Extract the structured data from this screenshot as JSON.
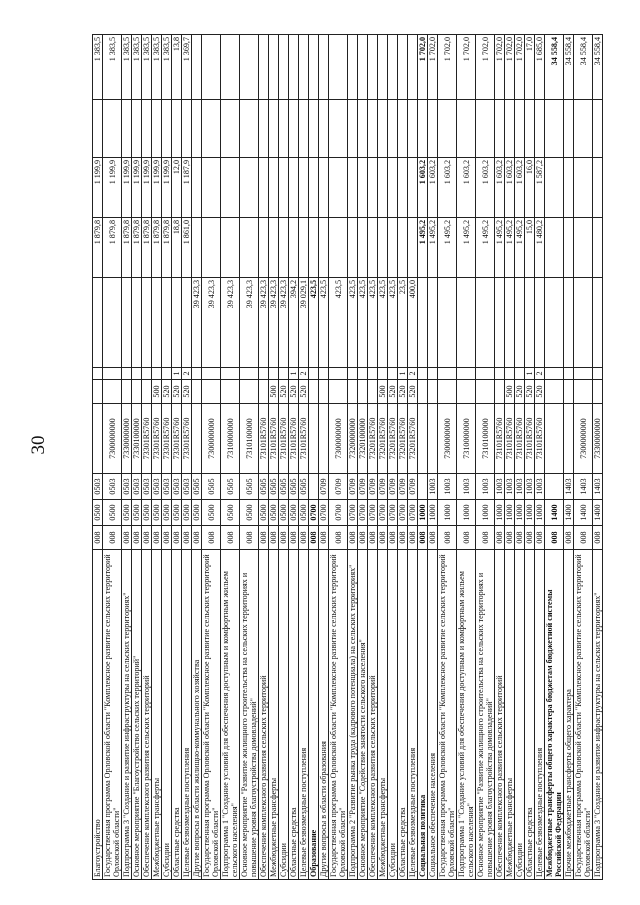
{
  "page": {
    "number": "30"
  },
  "rows": [
    {
      "name": "Благоустройство",
      "adm": "008",
      "rz": "0500",
      "prz": "0503",
      "cs": "",
      "vr": "",
      "x": "",
      "e": "",
      "v1": "1 879,8",
      "v2": "1 199,9",
      "v3": "",
      "v4": "1 383,5",
      "bold": false
    },
    {
      "name": "Государственная программа Орловской области \"Комплексное развитие сельских территорий Орловской области\"",
      "adm": "008",
      "rz": "0500",
      "prz": "0503",
      "cs": "7300000000",
      "vr": "",
      "x": "",
      "e": "",
      "v1": "1 879,8",
      "v2": "1 199,9",
      "v3": "",
      "v4": "1 383,5",
      "bold": false
    },
    {
      "name": "Подпрограмма 3 \"Создание и развитие инфраструктуры на сельских территориях\"",
      "adm": "008",
      "rz": "0500",
      "prz": "0503",
      "cs": "7330000000",
      "vr": "",
      "x": "",
      "e": "",
      "v1": "1 879,8",
      "v2": "1 199,9",
      "v3": "",
      "v4": "1 383,5",
      "bold": false
    },
    {
      "name": "Основное мероприятие \"Благоустройство сельских территорий\"",
      "adm": "008",
      "rz": "0500",
      "prz": "0503",
      "cs": "7330100000",
      "vr": "",
      "x": "",
      "e": "",
      "v1": "1 879,8",
      "v2": "1 199,9",
      "v3": "",
      "v4": "1 383,5",
      "bold": false
    },
    {
      "name": "Обеспечение комплексного развития сельских территорий",
      "adm": "008",
      "rz": "0500",
      "prz": "0503",
      "cs": "73301R5760",
      "vr": "",
      "x": "",
      "e": "",
      "v1": "1 879,8",
      "v2": "1 199,9",
      "v3": "",
      "v4": "1 383,5",
      "bold": false
    },
    {
      "name": "Межбюджетные трансферты",
      "adm": "008",
      "rz": "0500",
      "prz": "0503",
      "cs": "73301R5760",
      "vr": "500",
      "x": "",
      "e": "",
      "v1": "1 879,8",
      "v2": "1 199,9",
      "v3": "",
      "v4": "1 383,5",
      "bold": false
    },
    {
      "name": "Субсидии",
      "adm": "008",
      "rz": "0500",
      "prz": "0503",
      "cs": "73301R5760",
      "vr": "520",
      "x": "",
      "e": "",
      "v1": "1 879,8",
      "v2": "1 199,9",
      "v3": "",
      "v4": "1 383,5",
      "bold": false
    },
    {
      "name": "Областные средства",
      "adm": "008",
      "rz": "0500",
      "prz": "0503",
      "cs": "73301R5760",
      "vr": "520",
      "x": "1",
      "e": "",
      "v1": "18,8",
      "v2": "12,0",
      "v3": "",
      "v4": "13,8",
      "bold": false
    },
    {
      "name": "Целевые безвозмездные поступления",
      "adm": "008",
      "rz": "0500",
      "prz": "0503",
      "cs": "73301R5760",
      "vr": "520",
      "x": "2",
      "e": "",
      "v1": "1 861,0",
      "v2": "1 187,9",
      "v3": "",
      "v4": "1 369,7",
      "bold": false
    },
    {
      "name": "Другие вопросы в области жилищно-коммунального хозяйства",
      "adm": "008",
      "rz": "0500",
      "prz": "0505",
      "cs": "",
      "vr": "",
      "x": "",
      "e": "39 423,3",
      "v1": "",
      "v2": "",
      "v3": "",
      "v4": "",
      "bold": false
    },
    {
      "name": "Государственная программа Орловской области \"Комплексное развитие сельских территорий Орловской области\"",
      "adm": "008",
      "rz": "0500",
      "prz": "0505",
      "cs": "7300000000",
      "vr": "",
      "x": "",
      "e": "39 423,3",
      "v1": "",
      "v2": "",
      "v3": "",
      "v4": "",
      "bold": false
    },
    {
      "name": "Подпрограмма 1 \"Создание условий для обеспечения доступным и комфортным жильем сельского населения\"",
      "adm": "008",
      "rz": "0500",
      "prz": "0505",
      "cs": "7310000000",
      "vr": "",
      "x": "",
      "e": "39 423,3",
      "v1": "",
      "v2": "",
      "v3": "",
      "v4": "",
      "bold": false
    },
    {
      "name": "Основное мероприятие \"Развитие жилищного строительства на сельских территориях и повышение уровня благоустройства домовладений\"",
      "adm": "008",
      "rz": "0500",
      "prz": "0505",
      "cs": "7310100000",
      "vr": "",
      "x": "",
      "e": "39 423,3",
      "v1": "",
      "v2": "",
      "v3": "",
      "v4": "",
      "bold": false
    },
    {
      "name": "Обеспечение комплексного развития сельских территорий",
      "adm": "008",
      "rz": "0500",
      "prz": "0505",
      "cs": "73101R5760",
      "vr": "",
      "x": "",
      "e": "39 423,3",
      "v1": "",
      "v2": "",
      "v3": "",
      "v4": "",
      "bold": false
    },
    {
      "name": "Межбюджетные трансферты",
      "adm": "008",
      "rz": "0500",
      "prz": "0505",
      "cs": "73101R5760",
      "vr": "500",
      "x": "",
      "e": "39 423,3",
      "v1": "",
      "v2": "",
      "v3": "",
      "v4": "",
      "bold": false
    },
    {
      "name": "Субсидии",
      "adm": "008",
      "rz": "0500",
      "prz": "0505",
      "cs": "73101R5760",
      "vr": "520",
      "x": "",
      "e": "39 423,3",
      "v1": "",
      "v2": "",
      "v3": "",
      "v4": "",
      "bold": false
    },
    {
      "name": "Областные средства",
      "adm": "008",
      "rz": "0500",
      "prz": "0505",
      "cs": "73101R5760",
      "vr": "520",
      "x": "1",
      "e": "394,2",
      "v1": "",
      "v2": "",
      "v3": "",
      "v4": "",
      "bold": false
    },
    {
      "name": "Целевые безвозмездные поступления",
      "adm": "008",
      "rz": "0500",
      "prz": "0505",
      "cs": "73101R5760",
      "vr": "520",
      "x": "2",
      "e": "39 029,1",
      "v1": "",
      "v2": "",
      "v3": "",
      "v4": "",
      "bold": false
    },
    {
      "name": "Образование",
      "adm": "008",
      "rz": "0700",
      "prz": "",
      "cs": "",
      "vr": "",
      "x": "",
      "e": "423,5",
      "v1": "",
      "v2": "",
      "v3": "",
      "v4": "",
      "bold": true
    },
    {
      "name": "Другие вопросы в области образования",
      "adm": "008",
      "rz": "0700",
      "prz": "0709",
      "cs": "",
      "vr": "",
      "x": "",
      "e": "423,5",
      "v1": "",
      "v2": "",
      "v3": "",
      "v4": "",
      "bold": false
    },
    {
      "name": "Государственная программа Орловской области \"Комплексное развитие сельских территорий Орловской области\"",
      "adm": "008",
      "rz": "0700",
      "prz": "0709",
      "cs": "7300000000",
      "vr": "",
      "x": "",
      "e": "423,5",
      "v1": "",
      "v2": "",
      "v3": "",
      "v4": "",
      "bold": false
    },
    {
      "name": "Подпрограмма 2 \"Развитие рынка труда (кадрового потенциала) на сельских территориях\"",
      "adm": "008",
      "rz": "0700",
      "prz": "0709",
      "cs": "7320000000",
      "vr": "",
      "x": "",
      "e": "423,5",
      "v1": "",
      "v2": "",
      "v3": "",
      "v4": "",
      "bold": false
    },
    {
      "name": "Основное мероприятие \"Содействие занятости сельского населения\"",
      "adm": "008",
      "rz": "0700",
      "prz": "0709",
      "cs": "7320100000",
      "vr": "",
      "x": "",
      "e": "423,5",
      "v1": "",
      "v2": "",
      "v3": "",
      "v4": "",
      "bold": false
    },
    {
      "name": "Обеспечение комплексного развития сельских территорий",
      "adm": "008",
      "rz": "0700",
      "prz": "0709",
      "cs": "73201R5760",
      "vr": "",
      "x": "",
      "e": "423,5",
      "v1": "",
      "v2": "",
      "v3": "",
      "v4": "",
      "bold": false
    },
    {
      "name": "Межбюджетные трансферты",
      "adm": "008",
      "rz": "0700",
      "prz": "0709",
      "cs": "73201R5760",
      "vr": "500",
      "x": "",
      "e": "423,5",
      "v1": "",
      "v2": "",
      "v3": "",
      "v4": "",
      "bold": false
    },
    {
      "name": "Субсидии",
      "adm": "008",
      "rz": "0700",
      "prz": "0709",
      "cs": "73201R5760",
      "vr": "520",
      "x": "",
      "e": "423,5",
      "v1": "",
      "v2": "",
      "v3": "",
      "v4": "",
      "bold": false
    },
    {
      "name": "Областные средства",
      "adm": "008",
      "rz": "0700",
      "prz": "0709",
      "cs": "73201R5760",
      "vr": "520",
      "x": "1",
      "e": "23,5",
      "v1": "",
      "v2": "",
      "v3": "",
      "v4": "",
      "bold": false
    },
    {
      "name": "Целевые безвозмездные поступления",
      "adm": "008",
      "rz": "0700",
      "prz": "0709",
      "cs": "73201R5760",
      "vr": "520",
      "x": "2",
      "e": "400,0",
      "v1": "",
      "v2": "",
      "v3": "",
      "v4": "",
      "bold": false
    },
    {
      "name": "Социальная политика",
      "adm": "008",
      "rz": "1000",
      "prz": "",
      "cs": "",
      "vr": "",
      "x": "",
      "e": "",
      "v1": "1 495,2",
      "v2": "1 603,2",
      "v3": "",
      "v4": "1 702,0",
      "bold": true
    },
    {
      "name": "Социальное обеспечение населения",
      "adm": "008",
      "rz": "1000",
      "prz": "1003",
      "cs": "",
      "vr": "",
      "x": "",
      "e": "",
      "v1": "1 495,2",
      "v2": "1 603,2",
      "v3": "",
      "v4": "1 702,0",
      "bold": false
    },
    {
      "name": "Государственная программа Орловской области \"Комплексное развитие сельских территорий Орловской области\"",
      "adm": "008",
      "rz": "1000",
      "prz": "1003",
      "cs": "7300000000",
      "vr": "",
      "x": "",
      "e": "",
      "v1": "1 495,2",
      "v2": "1 603,2",
      "v3": "",
      "v4": "1 702,0",
      "bold": false
    },
    {
      "name": "Подпрограмма 1 \"Создание условий для обеспечения доступным и комфортным жильем сельского населения\"",
      "adm": "008",
      "rz": "1000",
      "prz": "1003",
      "cs": "7310000000",
      "vr": "",
      "x": "",
      "e": "",
      "v1": "1 495,2",
      "v2": "1 603,2",
      "v3": "",
      "v4": "1 702,0",
      "bold": false
    },
    {
      "name": "Основное мероприятие \"Развитие жилищного строительства на сельских территориях и повышение уровня благоустройства домовладений\"",
      "adm": "008",
      "rz": "1000",
      "prz": "1003",
      "cs": "7310100000",
      "vr": "",
      "x": "",
      "e": "",
      "v1": "1 495,2",
      "v2": "1 603,2",
      "v3": "",
      "v4": "1 702,0",
      "bold": false
    },
    {
      "name": "Обеспечение комплексного развития сельских территорий",
      "adm": "008",
      "rz": "1000",
      "prz": "1003",
      "cs": "73101R5760",
      "vr": "",
      "x": "",
      "e": "",
      "v1": "1 495,2",
      "v2": "1 603,2",
      "v3": "",
      "v4": "1 702,0",
      "bold": false
    },
    {
      "name": "Межбюджетные трансферты",
      "adm": "008",
      "rz": "1000",
      "prz": "1003",
      "cs": "73101R5760",
      "vr": "500",
      "x": "",
      "e": "",
      "v1": "1 495,2",
      "v2": "1 603,2",
      "v3": "",
      "v4": "1 702,0",
      "bold": false
    },
    {
      "name": "Субсидии",
      "adm": "008",
      "rz": "1000",
      "prz": "1003",
      "cs": "73101R5760",
      "vr": "520",
      "x": "",
      "e": "",
      "v1": "1 495,2",
      "v2": "1 603,2",
      "v3": "",
      "v4": "1 702,0",
      "bold": false
    },
    {
      "name": "Областные средства",
      "adm": "008",
      "rz": "1000",
      "prz": "1003",
      "cs": "73101R5760",
      "vr": "520",
      "x": "1",
      "e": "",
      "v1": "15,0",
      "v2": "16,0",
      "v3": "",
      "v4": "17,0",
      "bold": false
    },
    {
      "name": "Целевые безвозмездные поступления",
      "adm": "008",
      "rz": "1000",
      "prz": "1003",
      "cs": "73101R5760",
      "vr": "520",
      "x": "2",
      "e": "",
      "v1": "1 480,2",
      "v2": "1 587,2",
      "v3": "",
      "v4": "1 685,0",
      "bold": false
    },
    {
      "name": "Межбюджетные трансферты общего характера бюджетам бюджетной системы Российской Федерации",
      "adm": "008",
      "rz": "1400",
      "prz": "",
      "cs": "",
      "vr": "",
      "x": "",
      "e": "",
      "v1": "",
      "v2": "",
      "v3": "",
      "v4": "34 558,4",
      "bold": true
    },
    {
      "name": "Прочие межбюджетные трансферты общего характера",
      "adm": "008",
      "rz": "1400",
      "prz": "1403",
      "cs": "",
      "vr": "",
      "x": "",
      "e": "",
      "v1": "",
      "v2": "",
      "v3": "",
      "v4": "34 558,4",
      "bold": false
    },
    {
      "name": "Государственная программа Орловской области \"Комплексное развитие сельских территорий Орловской области\"",
      "adm": "008",
      "rz": "1400",
      "prz": "1403",
      "cs": "7300000000",
      "vr": "",
      "x": "",
      "e": "",
      "v1": "",
      "v2": "",
      "v3": "",
      "v4": "34 558,4",
      "bold": false
    },
    {
      "name": "Подпрограмма 3 \"Создание и развитие инфраструктуры на сельских территориях\"",
      "adm": "008",
      "rz": "1400",
      "prz": "1403",
      "cs": "7330000000",
      "vr": "",
      "x": "",
      "e": "",
      "v1": "",
      "v2": "",
      "v3": "",
      "v4": "34 558,4",
      "bold": false
    }
  ]
}
